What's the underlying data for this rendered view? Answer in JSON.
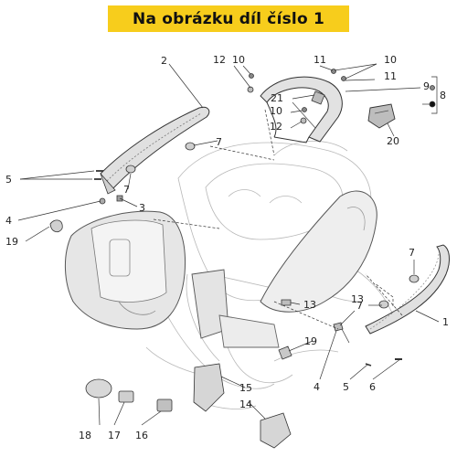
{
  "header": {
    "title": "Na obrázku díl číslo 1"
  },
  "diagram": {
    "callouts": [
      "1",
      "2",
      "3",
      "4",
      "5",
      "6",
      "7",
      "8",
      "9",
      "10",
      "11",
      "12",
      "13",
      "14",
      "15",
      "16",
      "17",
      "18",
      "19",
      "20",
      "21"
    ]
  }
}
